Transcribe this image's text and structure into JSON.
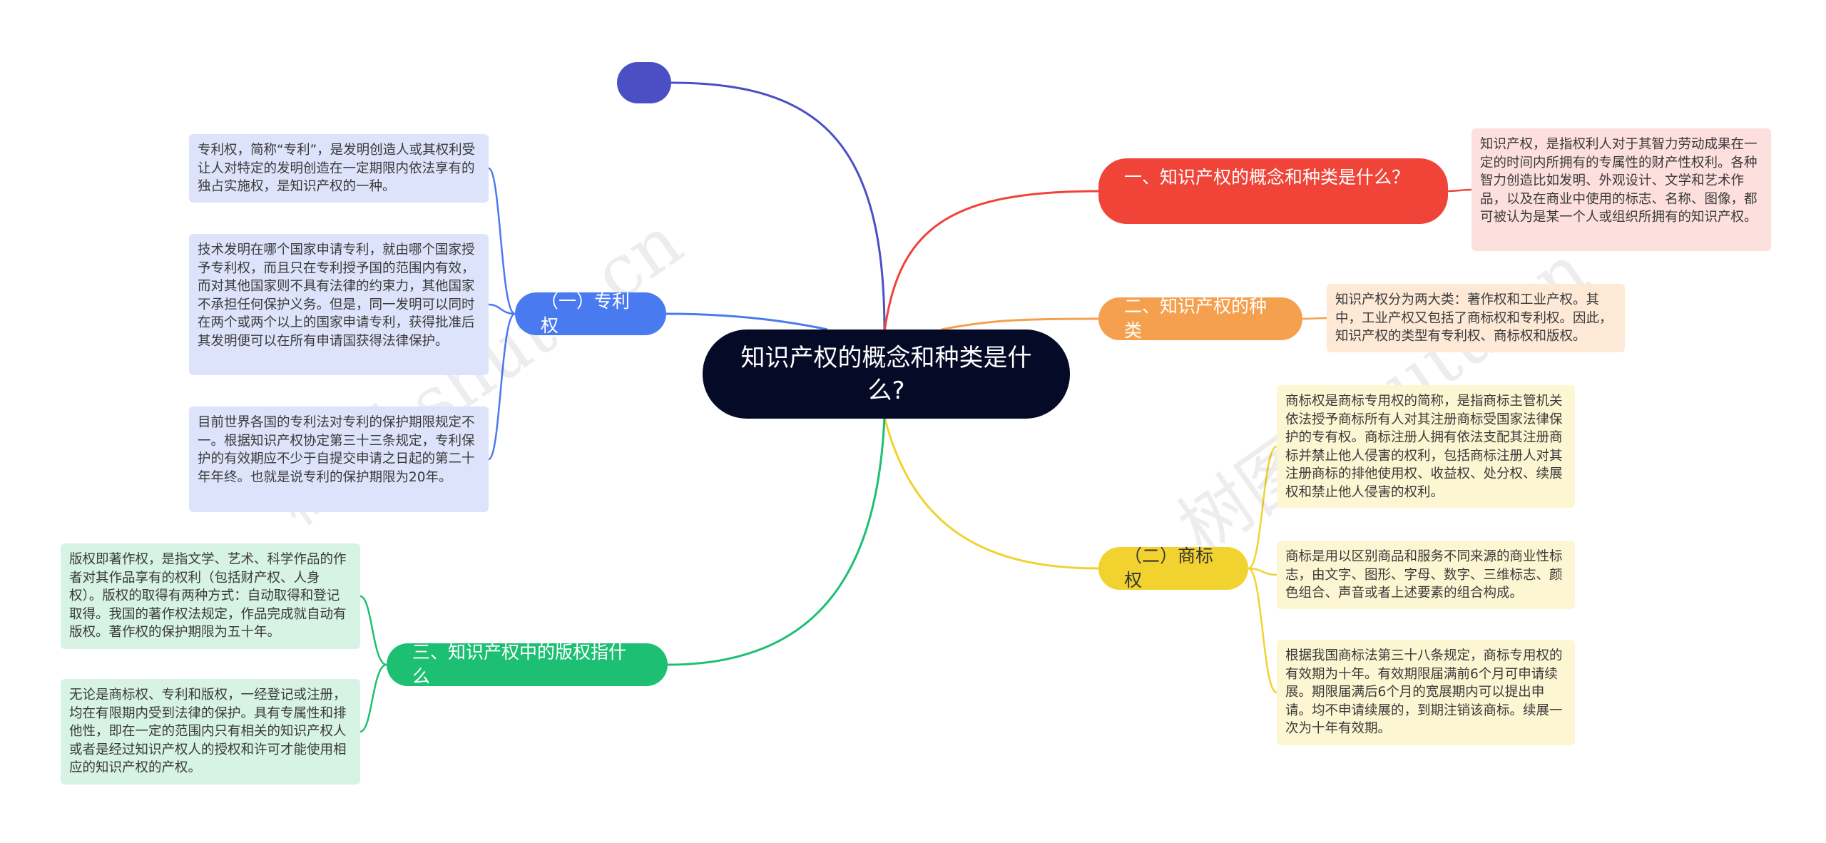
{
  "root": {
    "title": "知识产权的概念和种类是什么?"
  },
  "branches": {
    "concept": {
      "label": "一、知识产权的概念和种类是什么？",
      "color": "#f04438",
      "leaf_bg": "#fde0de",
      "leaves": [
        "知识产权，是指权利人对于其智力劳动成果在一定的时间内所拥有的专属性的财产性权利。各种智力创造比如发明、外观设计、文学和艺术作品，以及在商业中使用的标志、名称、图像，都可被认为是某一个人或组织所拥有的知识产权。"
      ]
    },
    "types": {
      "label": "二、知识产权的种类",
      "color": "#f5a04e",
      "leaf_bg": "#fde9d6",
      "leaves": [
        "知识产权分为两大类：著作权和工业产权。其中，工业产权又包括了商标权和专利权。因此，知识产权的类型有专利权、商标权和版权。"
      ]
    },
    "trademark": {
      "label": "（二）商标权",
      "color": "#f2d22e",
      "leaf_bg": "#fdf6d2",
      "leaves": [
        "商标权是商标专用权的简称，是指商标主管机关依法授予商标所有人对其注册商标受国家法律保护的专有权。商标注册人拥有依法支配其注册商标并禁止他人侵害的权利，包括商标注册人对其注册商标的排他使用权、收益权、处分权、续展权和禁止他人侵害的权利。",
        "商标是用以区别商品和服务不同来源的商业性标志，由文字、图形、字母、数字、三维标志、颜色组合、声音或者上述要素的组合构成。",
        "根据我国商标法第三十八条规定，商标专用权的有效期为十年。有效期限届满前6个月可申请续展。期限届满后6个月的宽展期内可以提出申请。均不申请续展的，到期注销该商标。续展一次为十年有效期。"
      ]
    },
    "copyright": {
      "label": "三、知识产权中的版权指什么",
      "color": "#1dbf73",
      "leaf_bg": "#d6f3e4",
      "leaves": [
        "版权即著作权，是指文学、艺术、科学作品的作者对其作品享有的权利（包括财产权、人身权）。版权的取得有两种方式：自动取得和登记取得。我国的著作权法规定，作品完成就自动有版权。著作权的保护期限为五十年。",
        "无论是商标权、专利和版权，一经登记或注册，均在有限期内受到法律的保护。具有专属性和排他性，即在一定的范围内只有相关的知识产权人或者是经过知识产权人的授权和许可才能使用相应的知识产权的产权。"
      ]
    },
    "patent": {
      "label": "（一）专利权",
      "color": "#4a7af0",
      "leaf_bg": "#dde3fa",
      "leaves": [
        "专利权，简称“专利”，是发明创造人或其权利受让人对特定的发明创造在一定期限内依法享有的独占实施权，是知识产权的一种。",
        "技术发明在哪个国家申请专利，就由哪个国家授予专利权，而且只在专利授予国的范围内有效，而对其他国家则不具有法律的约束力，其他国家不承担任何保护义务。但是，同一发明可以同时在两个或两个以上的国家申请专利，获得批准后其发明便可以在所有申请国获得法律保护。",
        "目前世界各国的专利法对专利的保护期限规定不一。根据知识产权协定第三十三条规定，专利保护的有效期应不少于自提交申请之日起的第二十年年终。也就是说专利的保护期限为20年。"
      ]
    },
    "empty": {
      "label": "",
      "color": "#4a4fc4"
    }
  },
  "watermarks": [
    "树图 shutu.cn",
    "树图 shutu.cn"
  ]
}
